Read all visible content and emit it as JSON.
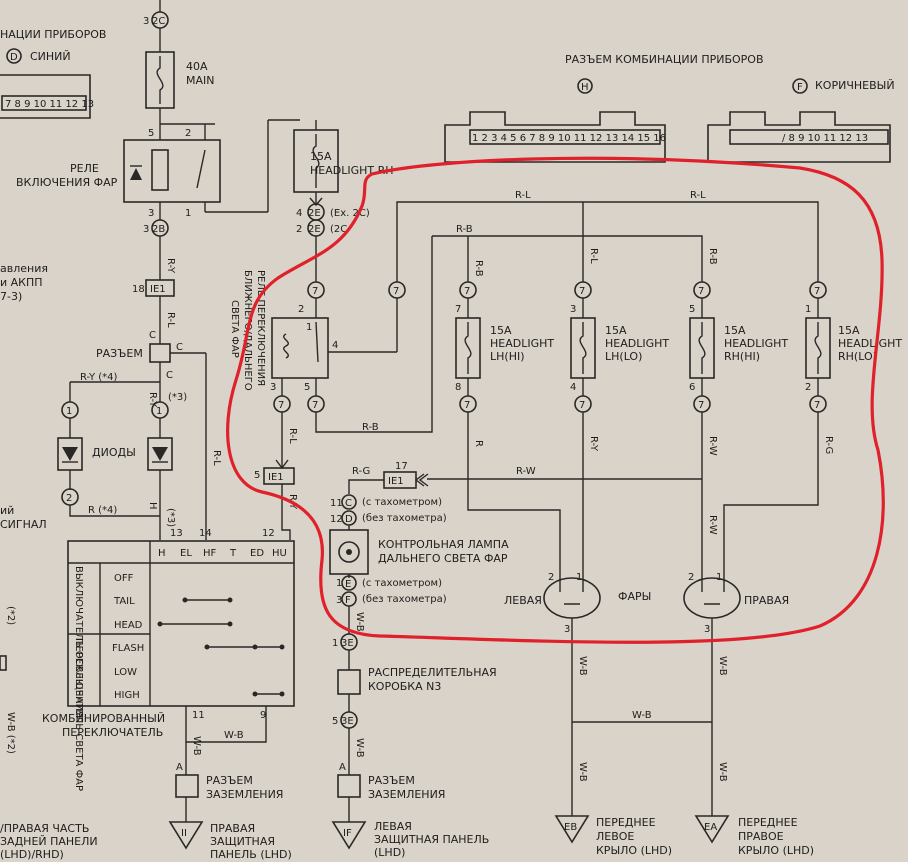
{
  "top_left": {
    "header_partial": "НАЦИИ ПРИБОРОВ",
    "connector_d_letter": "D",
    "connector_d_color": "СИНИЙ",
    "connector_d_pins": "7 8 9 10 11 12 13"
  },
  "top_right": {
    "header": "РАЗЪЕМ КОМБИНАЦИИ ПРИБОРОВ",
    "connector_h_letter": "H",
    "connector_f_letter": "F",
    "connector_f_color": "КОРИЧНЕВЫЙ",
    "connector_h_pins": "1 2 3 4 5 6 7 8 9 10 11 12 13 14 15 16",
    "connector_f_pins": "/ 8 9 10 11 12 13"
  },
  "main_fuse": {
    "conn_top": "2C",
    "pin_top": "3",
    "rating": "40A",
    "name": "MAIN"
  },
  "relay": {
    "label_1": "РЕЛЕ",
    "label_2": "ВКЛЮЧЕНИЯ ФАР",
    "pin_5": "5",
    "pin_2": "2",
    "pin_3": "3",
    "pin_1": "1",
    "conn_2b": "2B",
    "pin_2b": "3",
    "wire_ry": "R-Y"
  },
  "left_partial": {
    "line1": "авления",
    "line2": "и АКПП",
    "line3": "7-3)",
    "line4": "ий",
    "line5": "СИГНАЛ"
  },
  "ie1_top": {
    "num": "18",
    "label": "IE1",
    "wire": "R-L"
  },
  "junction": {
    "label": "РАЗЪЕМ",
    "c1": "C",
    "c2": "C",
    "c3": "C",
    "wire_ry4": "R-Y (*4)",
    "wire_ry": "R-Y",
    "note3": "(*3)",
    "wire_rl": "R-L"
  },
  "diodes": {
    "label": "ДИОДЫ",
    "d1_top": "1",
    "d1_bot": "2",
    "d2_top": "1",
    "d2_bot": "2",
    "wire_r4": "R (*4)",
    "wire_h": "H",
    "note3b": "(*3)"
  },
  "hf_relay": {
    "label_lines": [
      "РЕЛЕ ПЕРЕКЛЮЧЕНИЯ",
      "БЛИЖНЕГО/ДАЛЬНЕГО",
      "СВЕТА ФАР"
    ],
    "pin_2": "2",
    "pin_1": "1",
    "pin_4": "4",
    "pin_3": "3",
    "pin_5": "5",
    "conn": "7",
    "wire_rl": "R-L",
    "wire_rb": "R-B"
  },
  "hl_rh_fuse": {
    "rating": "15A",
    "name": "HEADLIGHT RH",
    "row1_pin": "4",
    "row1_conn": "2E",
    "row1_note": "(Ex.  2C)",
    "row2_pin": "2",
    "row2_conn": "2E",
    "row2_note": "(2C"
  },
  "ie1_mid": {
    "num": "5",
    "label": "IE1",
    "wire": "R-Y"
  },
  "ie1_right": {
    "num": "17",
    "label": "IE1",
    "wire_rg": "R-G",
    "wire_rw": "R-W"
  },
  "top_wires": {
    "rl_1": "R-L",
    "rl_2": "R-L",
    "rb_1": "R-B",
    "rb_2": "R-B",
    "rb_mid": "R-B"
  },
  "fuses": [
    {
      "rating": "15A",
      "name1": "HEADLIGHT",
      "name2": "LH(HI)",
      "pin_top": "7",
      "pin_bot": "8",
      "wire_top": "R-B",
      "wire_bot": "R"
    },
    {
      "rating": "15A",
      "name1": "HEADLIGHT",
      "name2": "LH(LO)",
      "pin_top": "3",
      "pin_bot": "4",
      "wire_top": "R-L",
      "wire_bot": "R-Y"
    },
    {
      "rating": "15A",
      "name1": "HEADLIGHT",
      "name2": "RH(HI)",
      "pin_top": "5",
      "pin_bot": "6",
      "wire_top": "R-B",
      "wire_bot": "R-W"
    },
    {
      "rating": "15A",
      "name1": "HEADLIGHT",
      "name2": "RH(LO)",
      "pin_top": "1",
      "pin_bot": "2",
      "wire_top": "R-L",
      "wire_bot": "R-G"
    }
  ],
  "conn7": "7",
  "indicator": {
    "pin11": "11",
    "c": "C",
    "c_note": "(с тахометром)",
    "pin12": "12",
    "d": "D",
    "d_note": "(без тахометра)",
    "label1": "КОНТРОЛЬНАЯ ЛАМПА",
    "label2": "ДАЛЬНЕГО СВЕТА ФАР",
    "pin1": "1",
    "e": "E",
    "e_note": "(с тахометром)",
    "pin3": "3",
    "f": "F",
    "f_note": "(без тахометра)",
    "wire_wb": "W-B"
  },
  "headlamps": {
    "left": "ЛЕВАЯ",
    "center": "ФАРЫ",
    "right": "ПРАВАЯ",
    "pin2": "2",
    "pin1": "1",
    "pin3": "3",
    "wire_wb": "W-B"
  },
  "junction_box": {
    "conn_top": "3E",
    "pin_top": "1",
    "label1": "РАСПРЕДЕЛИТЕЛЬНАЯ",
    "label2": "КОРОБКА N3",
    "conn_bot": "3E",
    "pin_bot": "5",
    "wire": "W-B"
  },
  "switch_table": {
    "cols": [
      "H",
      "EL",
      "HF",
      "T",
      "ED",
      "HU"
    ],
    "pin_13": "13",
    "pin_14": "14",
    "pin_12": "12",
    "group1": "ВЫКЛЮЧАТЕЛЬ ОСВЕЩЕНИЯ",
    "group2": "ПЕРЕКЛЮЧАТЕЛЬ СВЕТА ФАР",
    "rows": [
      "OFF",
      "TAIL",
      "HEAD",
      "FLASH",
      "LOW",
      "HIGH"
    ],
    "label1": "КОМБИНИРОВАННЫЙ",
    "label2": "ПЕРЕКЛЮЧАТЕЛЬ",
    "pin_11": "11",
    "pin_9": "9",
    "wire_wb": "W-B"
  },
  "grounds": [
    {
      "conn_pin": "A",
      "label1": "РАЗЪЕМ",
      "label2": "ЗАЗЕМЛЕНИЯ",
      "code": "II",
      "desc1": "ПРАВАЯ",
      "desc2": "ЗАЩИТНАЯ",
      "desc3": "ПАНЕЛЬ (LHD)",
      "wire": "W-B"
    },
    {
      "conn_pin": "A",
      "label1": "РАЗЪЕМ",
      "label2": "ЗАЗЕМЛЕНИЯ",
      "code": "IF",
      "desc1": "ЛЕВАЯ",
      "desc2": "ЗАЩИТНАЯ ПАНЕЛЬ",
      "desc3": "(LHD)",
      "wire": "W-B"
    },
    {
      "code": "EB",
      "desc1": "ПЕРЕДНЕЕ",
      "desc2": "ЛЕВОЕ",
      "desc3": "КРЫЛО (LHD)",
      "wire": "W-B"
    },
    {
      "code": "EA",
      "desc1": "ПЕРЕДНЕЕ",
      "desc2": "ПРАВОЕ",
      "desc3": "КРЫЛО (LHD)",
      "wire": "W-B"
    }
  ],
  "bottom_left": {
    "line1": "/ПРАВАЯ ЧАСТЬ",
    "line2": "ЗАДНЕЙ ПАНЕЛИ",
    "line3": "(LHD)/RHD)"
  },
  "far_left": {
    "note2a": "(*2)",
    "note2b": "W-B (*2)"
  },
  "highlight_color": "#e0202a"
}
